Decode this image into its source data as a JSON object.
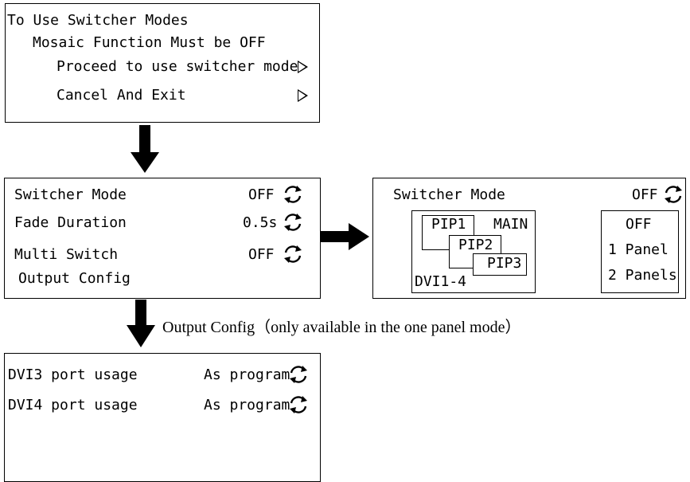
{
  "menu1": {
    "title": "To Use Switcher Modes",
    "subtitle": "Mosaic Function Must be OFF",
    "option_proceed": "Proceed to use switcher mode",
    "option_cancel": "Cancel And Exit"
  },
  "menu2": {
    "switcher_mode_label": "Switcher Mode",
    "switcher_mode_value": "OFF",
    "fade_duration_label": "Fade Duration",
    "fade_duration_value": "0.5s",
    "multi_switch_label": "Multi Switch",
    "multi_switch_value": "OFF",
    "output_config_label": "Output Config"
  },
  "menu3": {
    "switcher_mode_label": "Switcher Mode",
    "switcher_mode_value": "OFF",
    "layout_labels": {
      "pip1": "PIP1",
      "main": "MAIN",
      "pip2": "PIP2",
      "pip3": "PIP3",
      "dvi": "DVI1-4"
    },
    "options": [
      "OFF",
      "1 Panel",
      "2 Panels"
    ]
  },
  "caption": "Output Config（only available in the one panel mode）",
  "menu4": {
    "dvi3_label": "DVI3 port usage",
    "dvi3_value": "As program",
    "dvi4_label": "DVI4 port usage",
    "dvi4_value": "As program"
  },
  "icons": {
    "play": "play-triangle-icon",
    "cycle": "cycle-arrows-icon",
    "arrow": "block-arrow-icon"
  }
}
